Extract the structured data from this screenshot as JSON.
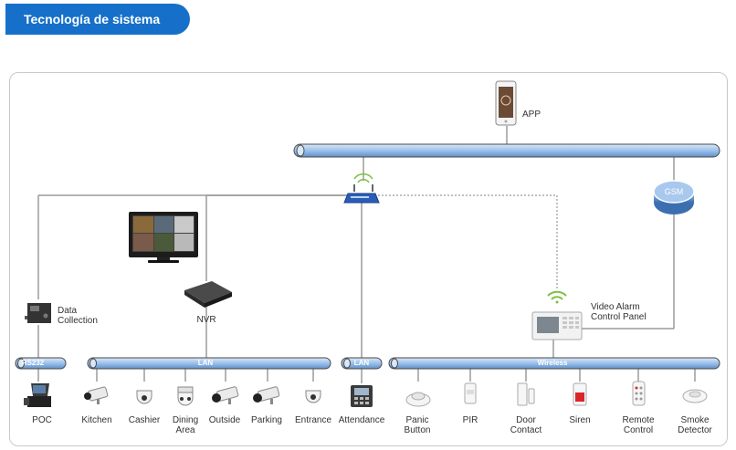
{
  "header": {
    "title": "Tecnología de sistema"
  },
  "top": {
    "app_label": "APP",
    "gsm_label": "GSM"
  },
  "middle": {
    "data_collection_label": "Data\nCollection",
    "nvr_label": "NVR",
    "panel_label": "Video Alarm\nControl Panel"
  },
  "buses": {
    "rs232": "RS232",
    "lan1": "LAN",
    "lan2": "LAN",
    "wireless": "Wireless"
  },
  "devices": [
    {
      "icon": "pos-terminal-icon",
      "label": "POC"
    },
    {
      "icon": "bullet-camera-icon",
      "label": "Kitchen"
    },
    {
      "icon": "dome-camera-icon",
      "label": "Cashier"
    },
    {
      "icon": "dome-camera-icon",
      "label": "Dining\nArea"
    },
    {
      "icon": "bullet-camera-icon",
      "label": "Outside"
    },
    {
      "icon": "bullet-camera-icon",
      "label": "Parking"
    },
    {
      "icon": "dome-camera-icon",
      "label": "Entrance"
    },
    {
      "icon": "attendance-terminal-icon",
      "label": "Attendance"
    },
    {
      "icon": "panic-button-icon",
      "label": "Panic\nButton"
    },
    {
      "icon": "pir-sensor-icon",
      "label": "PIR"
    },
    {
      "icon": "door-contact-icon",
      "label": "Door\nContact"
    },
    {
      "icon": "siren-icon",
      "label": "Siren"
    },
    {
      "icon": "remote-control-icon",
      "label": "Remote\nControl"
    },
    {
      "icon": "smoke-detector-icon",
      "label": "Smoke\nDetector"
    }
  ],
  "colors": {
    "accent": "#1670c9",
    "bus": "#a9c8ee",
    "bus_border": "#4a4a4a",
    "line": "#9a9a9a",
    "wifi": "#7cc242"
  }
}
